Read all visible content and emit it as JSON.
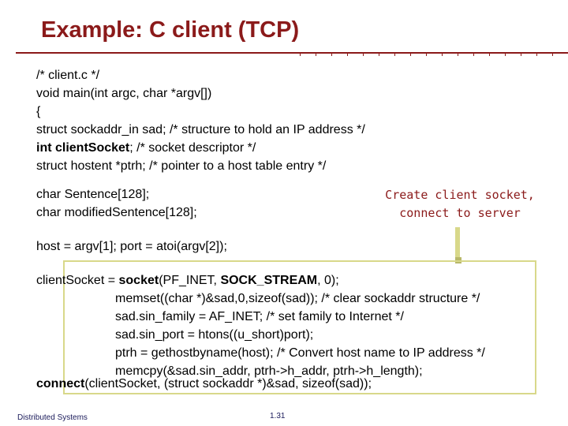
{
  "slide": {
    "title": "Example: C client (TCP)",
    "footer_left": "Distributed Systems",
    "page_number": "1.31",
    "accent_color": "#8b1a1a",
    "box_color": "#d8d88a"
  },
  "callout": {
    "line1": "Create client socket,",
    "line2": "connect to server"
  },
  "code": {
    "l1": "/* client.c */",
    "l2": "void main(int argc, char *argv[])",
    "l3": "{",
    "l4": "struct sockaddr_in sad; /* structure to hold an IP address */",
    "l5_bold": "int clientSocket",
    "l5_rest": "; /* socket descriptor */",
    "l6": "struct hostent *ptrh; /* pointer to a host table entry */",
    "l7": "char Sentence[128];",
    "l8": "char modifiedSentence[128];",
    "l9": "host = argv[1]; port = atoi(argv[2]);",
    "l10_a": "clientSocket = ",
    "l10_b": "socket",
    "l10_c": "(PF_INET, ",
    "l10_d": "SOCK_STREAM",
    "l10_e": ", 0);",
    "l11": "memset((char *)&sad,0,sizeof(sad)); /* clear sockaddr structure */",
    "l12": "sad.sin_family = AF_INET; /* set family to Internet */",
    "l13": "sad.sin_port = htons((u_short)port);",
    "l14": "ptrh = gethostbyname(host); /* Convert host name to IP address */",
    "l15": "memcpy(&sad.sin_addr, ptrh->h_addr, ptrh->h_length);",
    "l16_bold": "connect",
    "l16_rest": "(clientSocket, (struct sockaddr *)&sad, sizeof(sad));"
  }
}
